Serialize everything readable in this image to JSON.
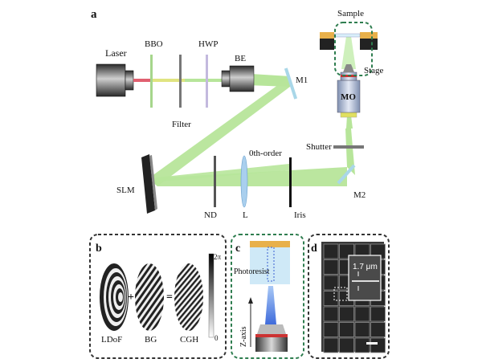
{
  "panels": {
    "a": "a",
    "b": "b",
    "c": "c",
    "d": "d"
  },
  "panel_a": {
    "laser": "Laser",
    "bbo": "BBO",
    "hwp": "HWP",
    "be": "BE",
    "m1": "M1",
    "filter": "Filter",
    "sample": "Sample",
    "stage": "Stage",
    "mo": "MO",
    "shutter": "Shutter",
    "zeroth_order": "0th-order",
    "slm": "SLM",
    "nd": "ND",
    "l": "L",
    "iris": "Iris",
    "m2": "M2"
  },
  "panel_b": {
    "plus": "+",
    "equals": "=",
    "ldof": "LDoF",
    "bg": "BG",
    "cgh": "CGH",
    "scale_max": "2π",
    "scale_min": "0"
  },
  "panel_c": {
    "photoresist": "Photoresist",
    "z_axis": "Z-axis"
  },
  "panel_d": {
    "measurement": "1.7 μm"
  },
  "colors": {
    "beam_green": "#a8e08a",
    "laser_red": "#e06070",
    "dashed_green": "#2e7d4f",
    "dashed_black": "#333333",
    "photoresist_blue": "#cfe9f7",
    "substrate_gold": "#e8b04a"
  }
}
